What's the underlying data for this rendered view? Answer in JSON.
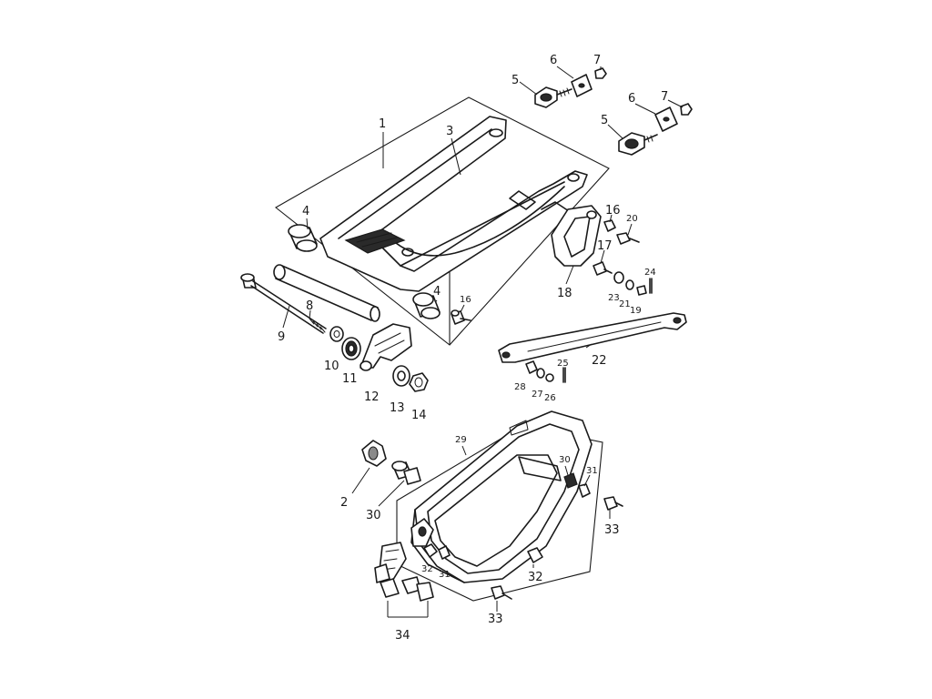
{
  "diagram": {
    "callouts": {
      "c1": "1",
      "c2": "2",
      "c3": "3",
      "c4a": "4",
      "c4b": "4",
      "c5a": "5",
      "c5b": "5",
      "c6a": "6",
      "c6b": "6",
      "c7a": "7",
      "c7b": "7",
      "c8": "8",
      "c9": "9",
      "c10": "10",
      "c11": "11",
      "c12": "12",
      "c13": "13",
      "c14": "14",
      "c16a": "16",
      "c16b": "16",
      "c17": "17",
      "c18": "18",
      "c19": "19",
      "c20": "20",
      "c21": "21",
      "c22": "22",
      "c23": "23",
      "c24": "24",
      "c25": "25",
      "c26": "26",
      "c27": "27",
      "c28": "28",
      "c29": "29",
      "c30a": "30",
      "c30b": "30",
      "c31a": "31",
      "c31b": "31",
      "c32a": "32",
      "c32b": "32",
      "c33a": "33",
      "c33b": "33",
      "c34": "34"
    }
  }
}
